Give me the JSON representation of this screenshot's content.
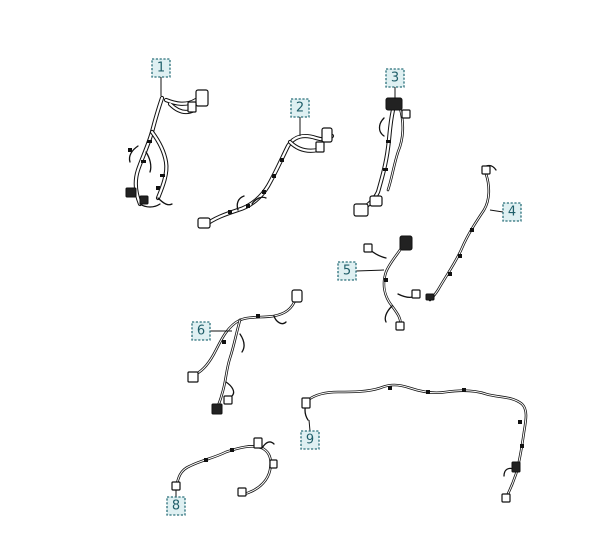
{
  "diagram": {
    "callouts": [
      {
        "id": "1",
        "label": "1"
      },
      {
        "id": "2",
        "label": "2"
      },
      {
        "id": "3",
        "label": "3"
      },
      {
        "id": "4",
        "label": "4"
      },
      {
        "id": "5",
        "label": "5"
      },
      {
        "id": "6",
        "label": "6"
      },
      {
        "id": "8",
        "label": "8"
      },
      {
        "id": "9",
        "label": "9"
      }
    ],
    "colors": {
      "callout_fill": "#dff0f2",
      "callout_stroke": "#2a6f7a",
      "callout_text": "#1f5e69",
      "line": "#111111",
      "background": "#ffffff"
    }
  }
}
